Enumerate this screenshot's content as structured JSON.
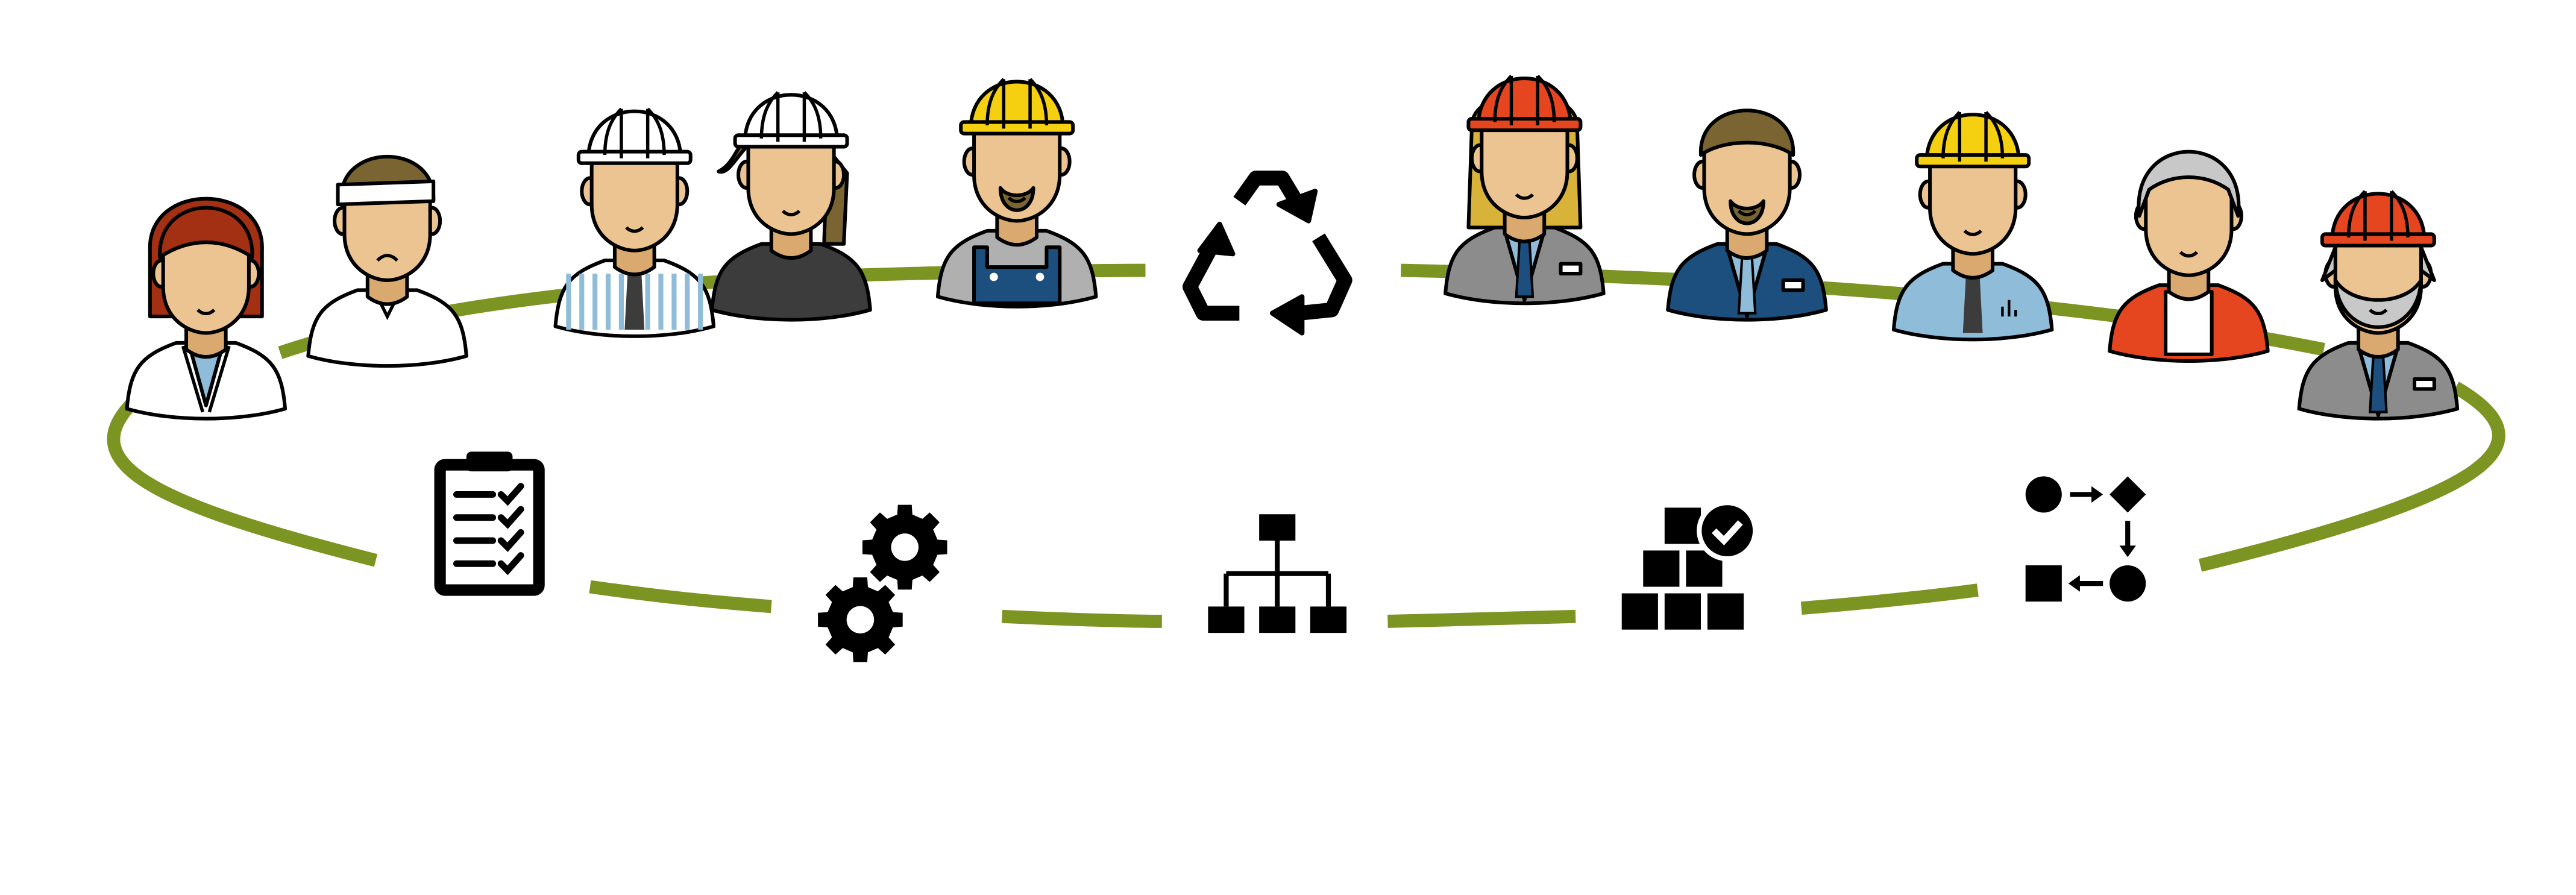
{
  "colors": {
    "ring": "#7c9422",
    "outline": "#000000",
    "skin": "#ecc492",
    "skin_shadow": "#d9a96f",
    "hair_brown": "#7a6532",
    "hair_red": "#a33012",
    "hair_blond": "#d9b23a",
    "hair_grey": "#c8c8c8",
    "helmet_yellow": "#f5d010",
    "helmet_red": "#e5451f",
    "helmet_white": "#ffffff",
    "shirt_blue": "#8fbcd8",
    "suit_navy": "#1c4f7d",
    "suit_grey": "#8c8c8c",
    "dark": "#3c3c3c",
    "orange": "#e5451f"
  },
  "people": [
    {
      "role": "doctor",
      "hair": "hair_red",
      "helmet": null,
      "body": "coat"
    },
    {
      "role": "patient",
      "hair": "hair_brown",
      "helmet": null,
      "body": "white"
    },
    {
      "role": "engineer-striped",
      "hair": null,
      "helmet": "helmet_white",
      "body": "striped"
    },
    {
      "role": "engineer-woman",
      "hair": "hair_brown",
      "helmet": "helmet_white",
      "body": "dark"
    },
    {
      "role": "worker-overalls",
      "hair": null,
      "helmet": "helmet_yellow",
      "body": "overalls"
    },
    {
      "role": "manager-woman",
      "hair": "hair_blond",
      "helmet": "helmet_red",
      "body": "greysuit"
    },
    {
      "role": "businessman",
      "hair": "hair_brown",
      "helmet": null,
      "body": "navysuit"
    },
    {
      "role": "supervisor",
      "hair": null,
      "helmet": "helmet_yellow",
      "body": "blueshirt"
    },
    {
      "role": "elder-woman",
      "hair": "hair_grey",
      "helmet": null,
      "body": "orange"
    },
    {
      "role": "elder-engineer",
      "hair": "hair_grey",
      "helmet": "helmet_red",
      "body": "greysuit"
    }
  ],
  "icons": [
    "recycle-icon",
    "checklist-icon",
    "gears-icon",
    "hierarchy-icon",
    "boxes-check-icon",
    "process-flow-icon"
  ]
}
